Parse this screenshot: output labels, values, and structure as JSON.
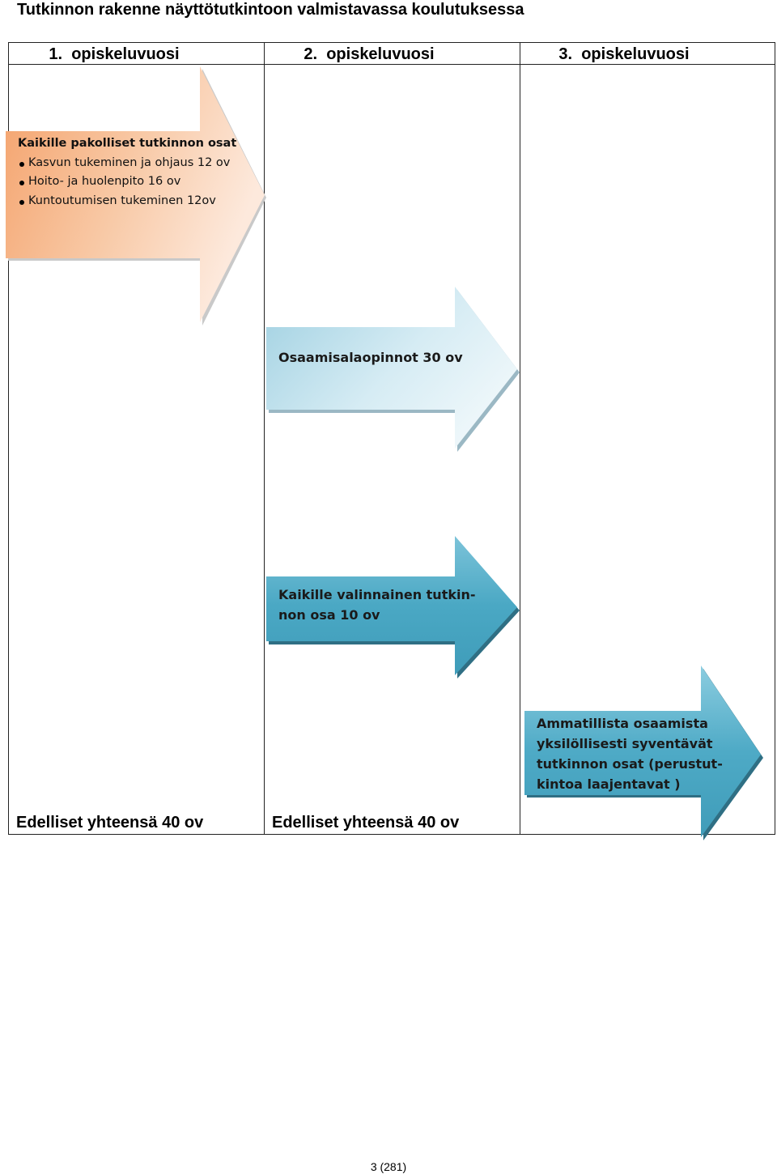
{
  "title": "Tutkinnon rakenne näyttötutkintoon valmistavassa koulutuksessa",
  "columns": [
    "1.  opiskeluvuosi",
    "2.  opiskeluvuosi",
    "3.  opiskeluvuosi"
  ],
  "arrow_orange": {
    "heading": "Kaikille pakolliset tutkinnon osat",
    "items": [
      "Kasvun tukeminen ja ohjaus 12 ov",
      "Hoito- ja huolenpito 16 ov",
      "Kuntoutumisen tukeminen 12ov"
    ]
  },
  "arrow_light_blue": {
    "line1": "Osaamisalaopinnot 30 ov"
  },
  "arrow_blue": {
    "line1": "Kaikille valinnainen tutkin-",
    "line2": "non osa 10 ov"
  },
  "arrow_third": {
    "line1": "Ammatillista osaamista",
    "line2": "yksilöllisesti syventävät",
    "line3": "tutkinnon osat (perustut-",
    "line4": "kintoa laajentavat )"
  },
  "footers": [
    "Edelliset yhteensä 40 ov",
    "Edelliset yhteensä 40 ov"
  ],
  "page_number": "3 (281)",
  "colors": {
    "orange": "#f6b98c",
    "light_blue": "#a9d6e6",
    "blue": "#4aa8c4"
  }
}
